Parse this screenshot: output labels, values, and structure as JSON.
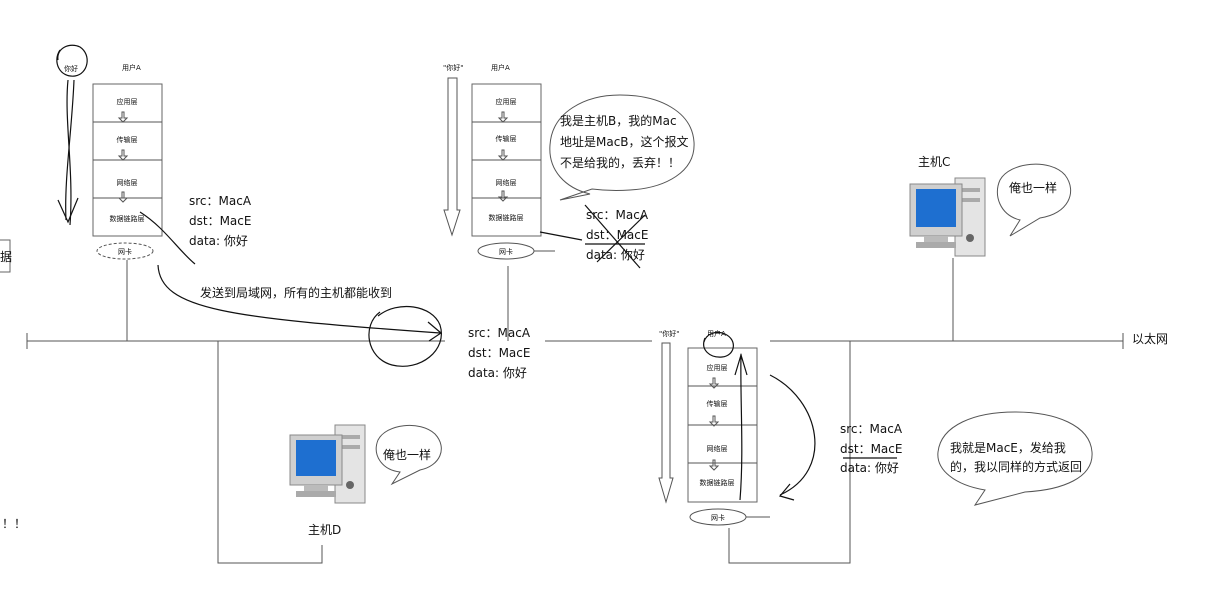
{
  "ethernet_label": "以太网",
  "broadcast_label": "发送到局域网，所有的主机都能收到",
  "layers": [
    "应用层",
    "传输层",
    "网络层",
    "数据链路层"
  ],
  "nic_label": "网卡",
  "user_label": "用户A",
  "hello_label": "\"你好\"",
  "frame": {
    "src": "src：MacA",
    "dst": "dst：MacE",
    "data": "data: 你好"
  },
  "host_a": {
    "top_label": "你好"
  },
  "host_b": {
    "bubble": [
      "我是主机B，我的Mac",
      "地址是MacB，这个报文",
      "不是给我的，丢弃！！"
    ]
  },
  "host_c": {
    "name": "主机C",
    "bubble": "俺也一样"
  },
  "host_d": {
    "name": "主机D",
    "bubble": "俺也一样"
  },
  "host_e": {
    "bubble": [
      "我就是MacE，发给我",
      "的，我以同样的方式返回"
    ]
  },
  "left_edge": {
    "partial_box_text": "据",
    "partial_exclaim": "！！"
  }
}
